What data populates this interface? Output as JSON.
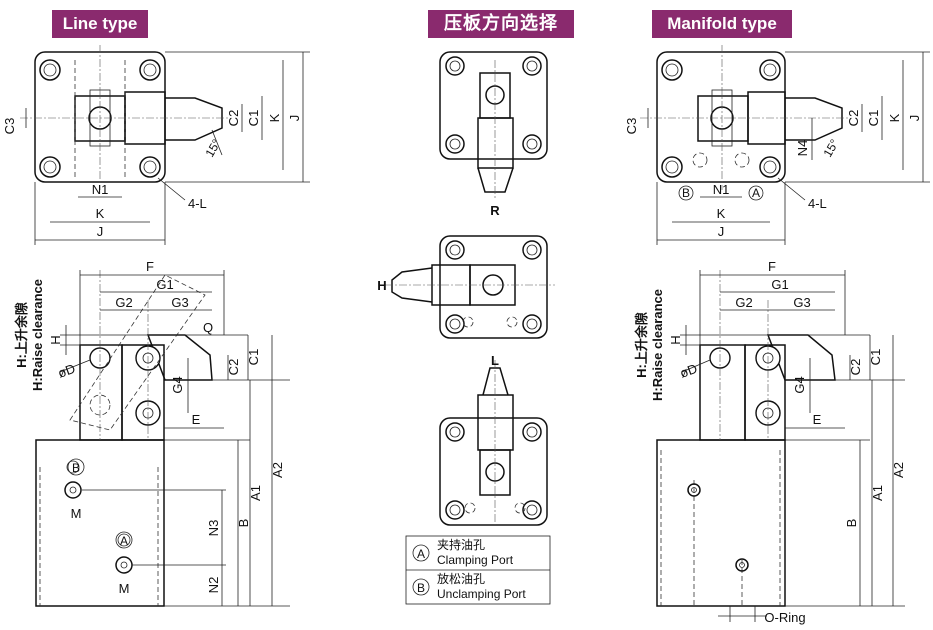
{
  "headers": {
    "line_type": "Line type",
    "clamp_direction": "压板方向选择",
    "manifold_type": "Manifold type"
  },
  "dims_top_line": {
    "c3": "C3",
    "c2": "C2",
    "c1": "C1",
    "k_vert": "K",
    "j_vert": "J",
    "angle": "15°",
    "n1": "N1",
    "k": "K",
    "j": "J",
    "holes": "4-L"
  },
  "dims_side_line": {
    "f": "F",
    "g1": "G1",
    "g2": "G2",
    "g3": "G3",
    "q": "Q",
    "h": "H",
    "raise_cn": "H:上升余隙",
    "raise_en": "H:Raise clearance",
    "d": "øD",
    "c1": "C1",
    "c2": "C2",
    "g4": "G4",
    "e": "E",
    "a2": "A2",
    "a1": "A1",
    "b": "B",
    "n3": "N3",
    "n2": "N2",
    "port_b": "B",
    "port_a": "A",
    "m1": "M",
    "m2": "M"
  },
  "directions": {
    "r": "R",
    "h": "H",
    "l": "L"
  },
  "legend": {
    "a_symbol": "A",
    "a_cn": "夹持油孔",
    "a_en": "Clamping Port",
    "b_symbol": "B",
    "b_cn": "放松油孔",
    "b_en": "Unclamping Port"
  },
  "dims_top_manifold": {
    "c3": "C3",
    "c2": "C2",
    "c1": "C1",
    "k_vert": "K",
    "j_vert": "J",
    "n4": "N4",
    "angle": "15°",
    "port_b": "B",
    "n1": "N1",
    "port_a": "A",
    "k": "K",
    "j": "J",
    "holes": "4-L"
  },
  "dims_side_manifold": {
    "f": "F",
    "g1": "G1",
    "g2": "G2",
    "g3": "G3",
    "h": "H",
    "raise_cn": "H:上升余隙",
    "raise_en": "H:Raise clearance",
    "d": "øD",
    "c1": "C1",
    "c2": "C2",
    "g4": "G4",
    "e": "E",
    "a2": "A2",
    "a1": "A1",
    "b": "B",
    "oring": "O-Ring"
  }
}
